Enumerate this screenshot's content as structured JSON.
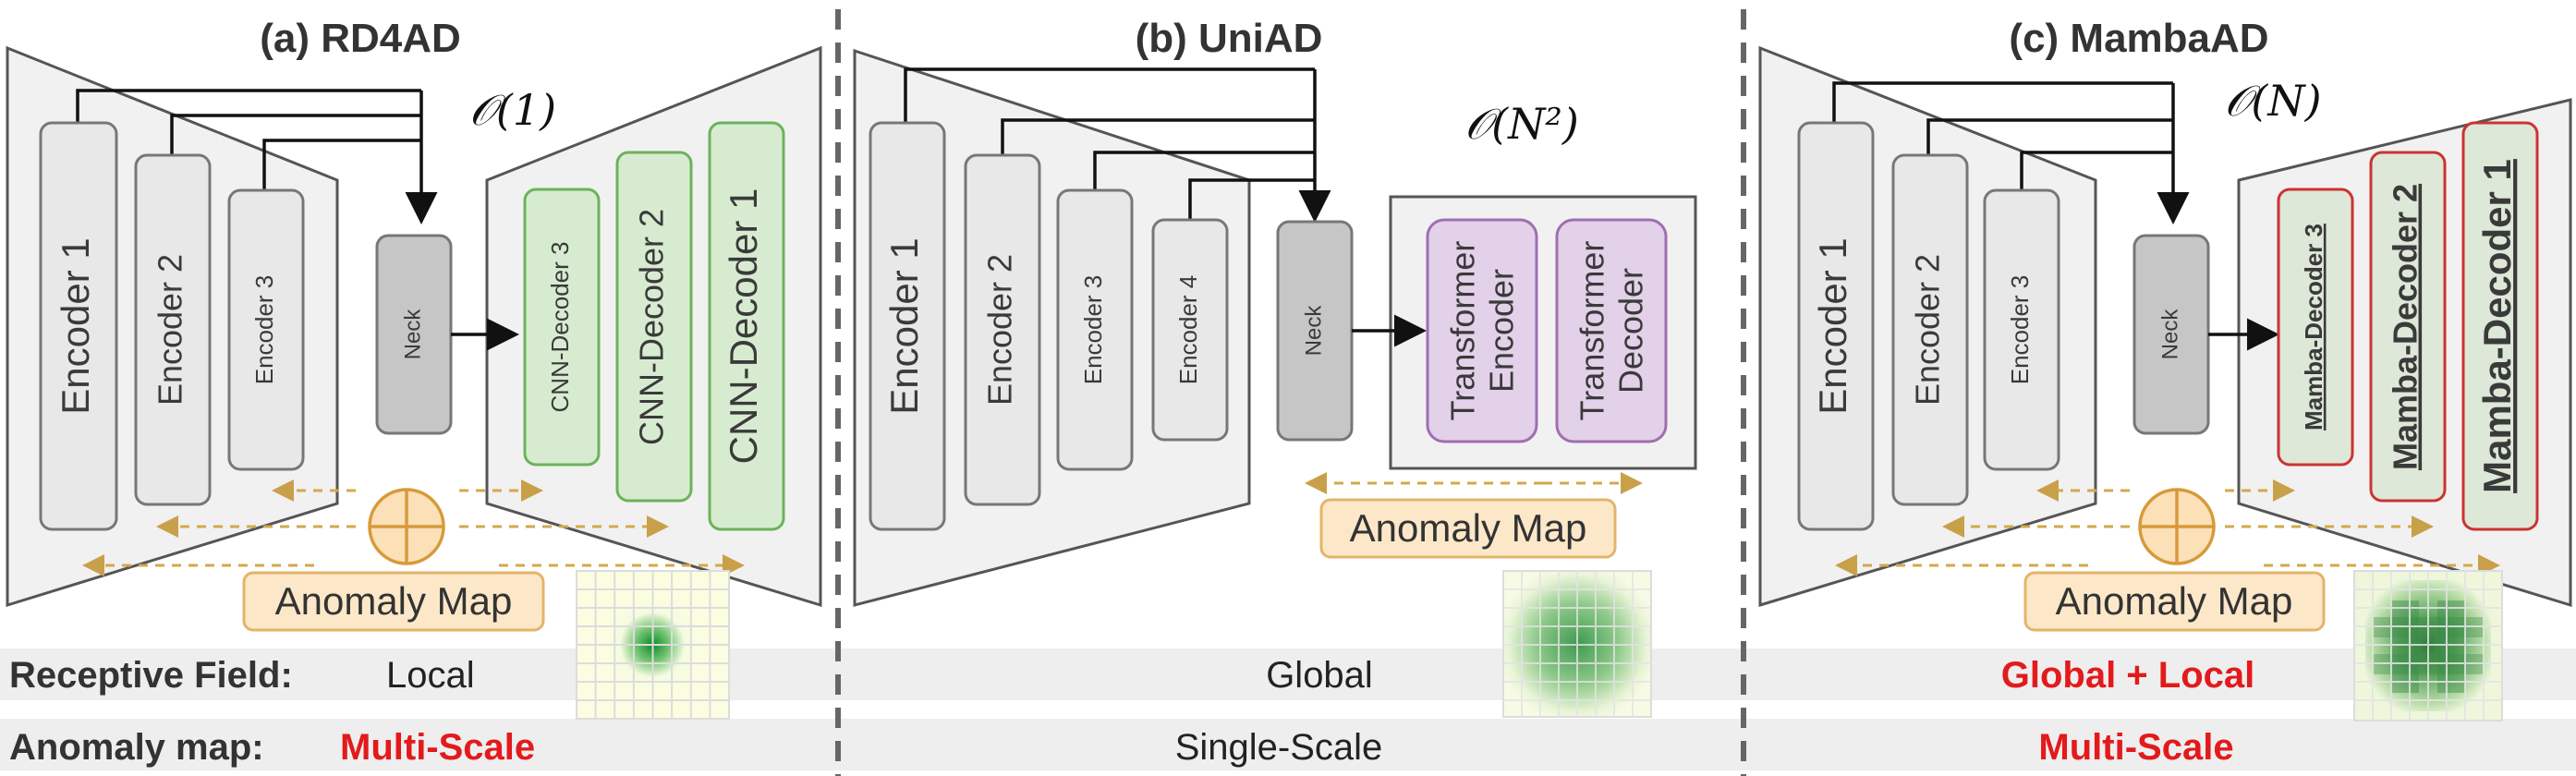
{
  "panels": {
    "a": {
      "title": "(a) RD4AD",
      "complexity": "𝒪(1)",
      "encoders": [
        "Encoder 1",
        "Encoder 2",
        "Encoder 3"
      ],
      "neck": "Neck",
      "decoders": [
        "CNN-Decoder 3",
        "CNN-Decoder 2",
        "CNN-Decoder 1"
      ],
      "fuse_symbol": "⊕",
      "anomaly_map": "Anomaly Map"
    },
    "b": {
      "title": "(b) UniAD",
      "complexity": "𝒪(N²)",
      "encoders": [
        "Encoder 1",
        "Encoder 2",
        "Encoder 3",
        "Encoder 4"
      ],
      "neck": "Neck",
      "transformer": [
        [
          "Transformer",
          "Encoder"
        ],
        [
          "Transformer",
          "Decoder"
        ]
      ],
      "anomaly_map": "Anomaly Map"
    },
    "c": {
      "title": "(c) MambaAD",
      "complexity": "𝒪(N)",
      "encoders": [
        "Encoder 1",
        "Encoder 2",
        "Encoder 3"
      ],
      "neck": "Neck",
      "decoders": [
        "Mamba-Decoder 3",
        "Mamba-Decoder 2",
        "Mamba-Decoder 1"
      ],
      "fuse_symbol": "⊕",
      "anomaly_map": "Anomaly Map"
    }
  },
  "rows": {
    "receptive_field": {
      "label": "Receptive Field:",
      "a": "Local",
      "b": "Global",
      "c": "Global + Local"
    },
    "anomaly_map": {
      "label": "Anomaly map:",
      "a": "Multi-Scale",
      "b": "Single-Scale",
      "c": "Multi-Scale"
    }
  },
  "colors": {
    "highlight_red": "#e31a1c",
    "cnn_green": "#d7ebd1",
    "transformer_purple": "#e2d1e8",
    "mamba_red_border": "#cc3333",
    "map_label_bg": "#fce8c8",
    "heatmap_green": "#1f8a3a"
  }
}
